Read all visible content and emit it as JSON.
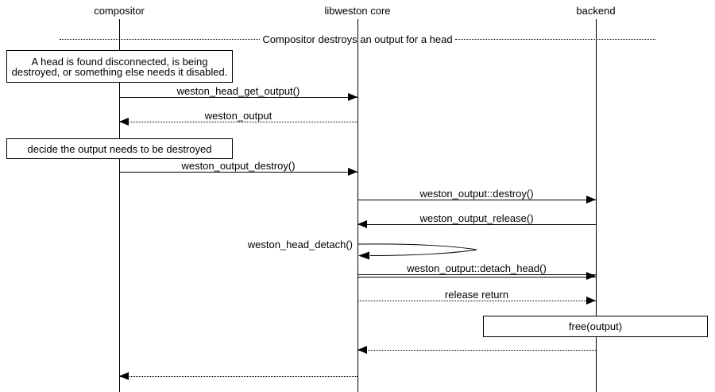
{
  "diagram": {
    "type": "sequence-diagram",
    "background": "#ffffff",
    "line_color": "#000000",
    "divider_title": "Compositor destroys an output for a head",
    "lifelines": [
      {
        "id": "compositor",
        "label": "compositor"
      },
      {
        "id": "libweston-core",
        "label": "libweston core"
      },
      {
        "id": "backend",
        "label": "backend"
      }
    ],
    "notes": [
      {
        "text": "A head is found disconnected, is being destroyed, or something else needs it disabled.",
        "over": "compositor"
      },
      {
        "text": "decide the output needs to be destroyed",
        "over": "compositor"
      },
      {
        "text": "free(output)",
        "over": "backend"
      }
    ],
    "messages": [
      {
        "label": "weston_head_get_output()",
        "from": "compositor",
        "to": "libweston core",
        "style": "solid"
      },
      {
        "label": "weston_output",
        "from": "libweston core",
        "to": "compositor",
        "style": "dotted"
      },
      {
        "label": "weston_output_destroy()",
        "from": "compositor",
        "to": "libweston core",
        "style": "solid"
      },
      {
        "label": "weston_output::destroy()",
        "from": "libweston core",
        "to": "backend",
        "style": "solid"
      },
      {
        "label": "weston_output_release()",
        "from": "backend",
        "to": "libweston core",
        "style": "solid"
      },
      {
        "label": "weston_head_detach()",
        "from": "libweston core",
        "to": "libweston core",
        "style": "self"
      },
      {
        "label": "weston_output::detach_head()",
        "from": "libweston core",
        "to": "backend",
        "style": "double"
      },
      {
        "label": "release return",
        "from": "libweston core",
        "to": "backend",
        "style": "dotted"
      },
      {
        "label": "",
        "from": "backend",
        "to": "libweston core",
        "style": "dotted"
      },
      {
        "label": "",
        "from": "libweston core",
        "to": "compositor",
        "style": "dotted"
      }
    ]
  }
}
